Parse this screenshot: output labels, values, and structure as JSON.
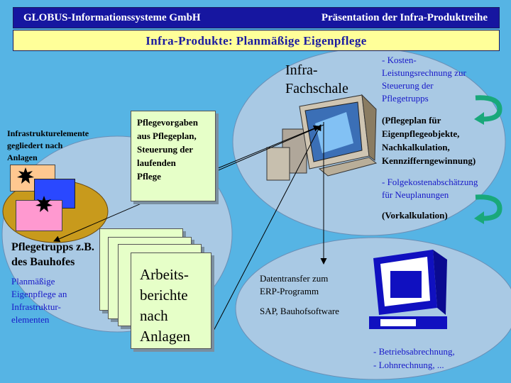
{
  "header": {
    "company": "GLOBUS-Informationssysteme GmbH",
    "presentation": "Präsentation der Infra-Produktreihe",
    "subtitle": "Infra-Produkte: Planmäßige Eigenpflege"
  },
  "fachschale": {
    "line1": "Infra-",
    "line2": "Fachschale"
  },
  "right_notes": {
    "kosten": [
      "- Kosten-",
      "Leistungsrechnung zur",
      "Steuerung der",
      "Pflegetrupps"
    ],
    "pflegeplan": [
      "(Pflegeplan für",
      "Eigenpflegeobjekte,",
      "Nachkalkulation,",
      "Kennzifferngewinnung)"
    ],
    "folgekosten": [
      "- Folgekostenabschätzung",
      "für Neuplanungen"
    ],
    "vorkalkulation": "(Vorkalkulation)"
  },
  "infra_elemente": [
    "Infrastrukturelemente",
    "gegliedert nach",
    "Anlagen"
  ],
  "pflegevorgaben": [
    "Pflegevorgaben",
    "aus Pflegeplan,",
    "Steuerung der",
    "laufenden",
    "Pflege"
  ],
  "pflegetrupps": {
    "title": [
      "Pflegetrupps z.B.",
      "des Bauhofes"
    ],
    "desc": [
      "Planmäßige",
      "Eigenpflege an",
      "Infrastruktur-",
      "elementen"
    ]
  },
  "arbeitsberichte": [
    "Arbeits-",
    "berichte",
    "nach",
    "Anlagen"
  ],
  "datentransfer": [
    "Datentransfer zum",
    "ERP-Programm"
  ],
  "sap": "SAP, Bauhofsoftware",
  "abrechnung": [
    "- Betriebsabrechnung,",
    "- Lohnrechnung, ..."
  ],
  "colors": {
    "background": "#56b4e4",
    "header_bar": "#1616a0",
    "subtitle_bar": "#ffff99",
    "note_fill": "#e6ffc8",
    "ellipse_fill": "#a9c9e4",
    "gold_disc": "#c89a1c",
    "accent_text": "#1818c8"
  }
}
